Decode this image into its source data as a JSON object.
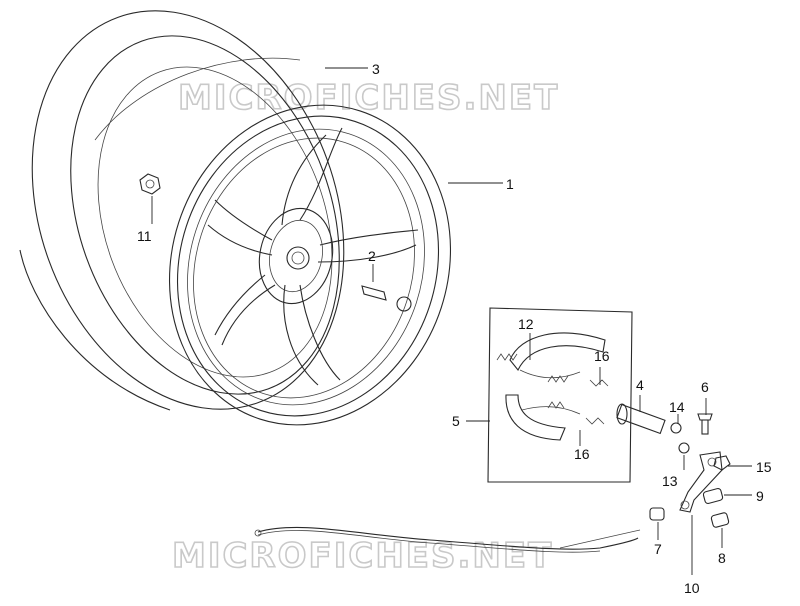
{
  "watermark": {
    "text_top": "MICROFICHES.NET",
    "text_bottom": "MICROFICHES.NET"
  },
  "callouts": {
    "c1": "1",
    "c2": "2",
    "c3": "3",
    "c4": "4",
    "c5": "5",
    "c6": "6",
    "c7": "7",
    "c8": "8",
    "c9": "9",
    "c10": "10",
    "c11": "11",
    "c12": "12",
    "c13": "13",
    "c14": "14",
    "c15": "15",
    "c16a": "16",
    "c16b": "16"
  }
}
